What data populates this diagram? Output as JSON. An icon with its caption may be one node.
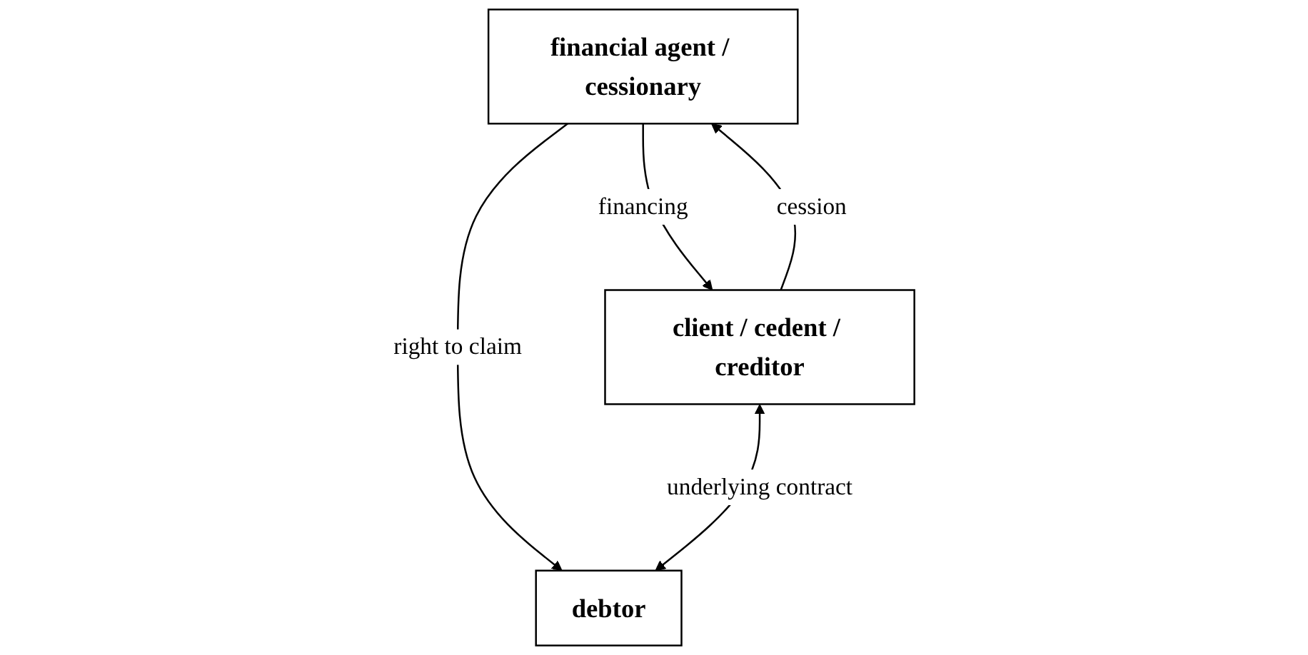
{
  "diagram": {
    "nodes": [
      {
        "text": [
          "financial agent / cessionary"
        ]
      },
      {
        "text": [
          "client / cedent / creditor"
        ]
      },
      {
        "text": [
          "debtor"
        ]
      }
    ],
    "edges": [
      {
        "from": 1,
        "to": 0,
        "arrow": "to",
        "label": "cession"
      },
      {
        "from": 0,
        "to": 1,
        "arrow": "to",
        "label": "financing"
      },
      {
        "from": 0,
        "to": 2,
        "arrow": "to",
        "label": "right to claim"
      },
      {
        "from": 1,
        "to": 2,
        "arrow": "both",
        "label": "underlying contract"
      }
    ]
  }
}
